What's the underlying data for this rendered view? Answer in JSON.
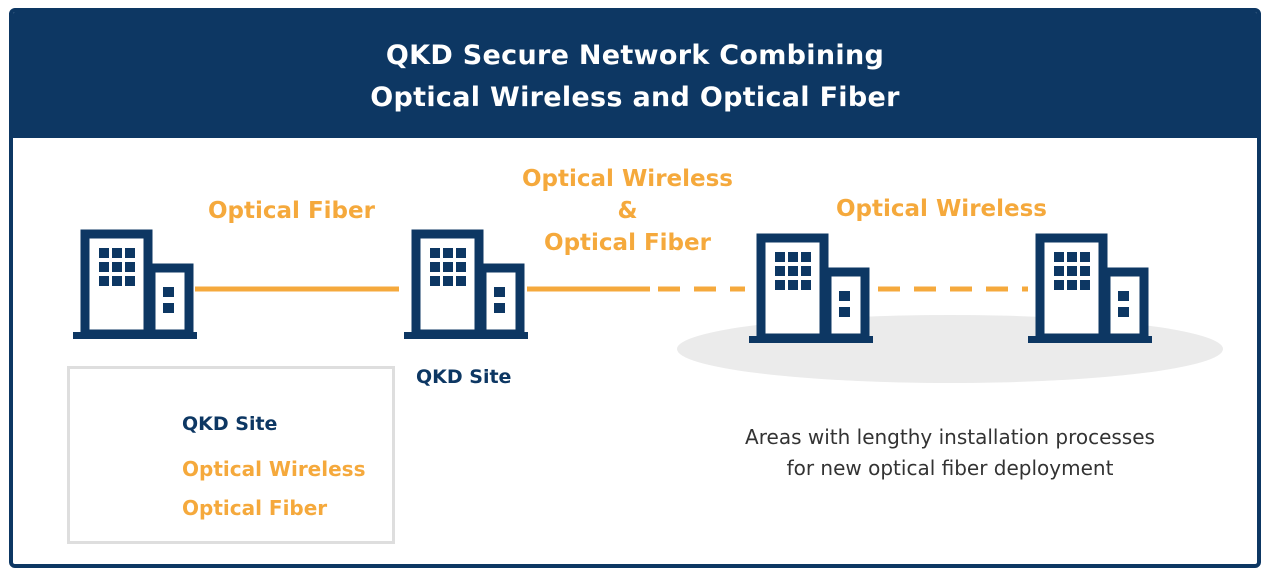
{
  "title": {
    "line1": "QKD Secure Network Combining",
    "line2": "Optical Wireless and Optical Fiber"
  },
  "labels": {
    "fiber_link": "Optical Fiber",
    "mixed_link_line1": "Optical Wireless",
    "mixed_link_amp": "&",
    "mixed_link_line2": "Optical Fiber",
    "wireless_link": "Optical Wireless",
    "site_caption": "QKD Site"
  },
  "legend": {
    "site": "QKD Site",
    "wireless": "Optical Wireless",
    "fiber": "Optical Fiber"
  },
  "note": {
    "line1": "Areas with lengthy installation processes",
    "line2": "for new optical fiber deployment"
  },
  "colors": {
    "navy": "#0d3763",
    "orange": "#f5a93c",
    "area": "#ebebeb",
    "legend_border": "#dedede"
  },
  "icons": [
    "building-icon"
  ]
}
